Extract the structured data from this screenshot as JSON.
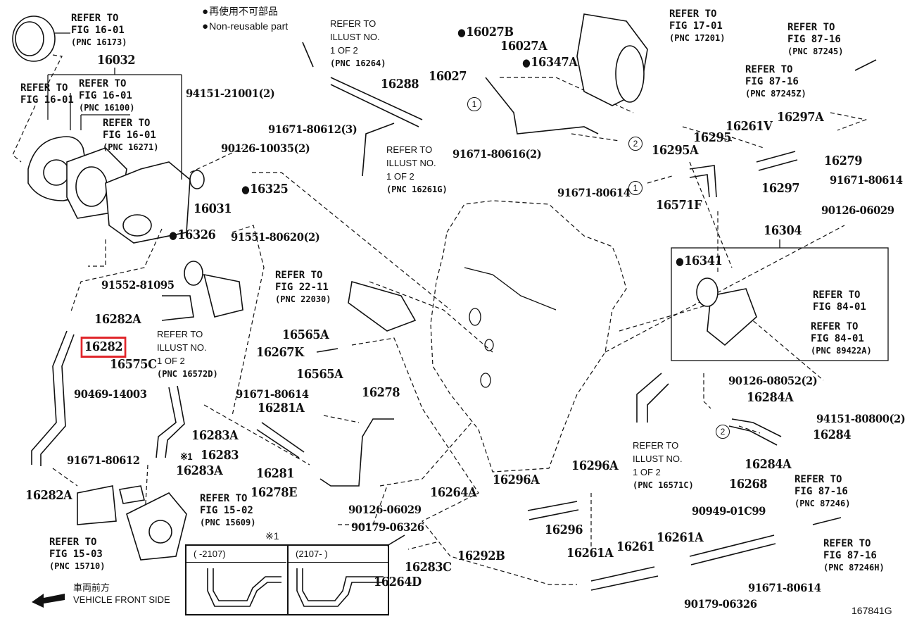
{
  "legend": {
    "bullet_jp": "再使用不可部品",
    "bullet_en": "Non-reusable part"
  },
  "labels": {
    "p16032": "16032",
    "p94151_21001": "94151-21001(2)",
    "p91671_80612_3": "91671-80612(3)",
    "p90126_10035": "90126-10035(2)",
    "p16325": "16325",
    "p16031": "16031",
    "p16326": "16326",
    "p91551_80620": "91551-80620(2)",
    "p91552_81095": "91552-81095",
    "p16282A_top": "16282A",
    "p16282": "16282",
    "p16575C": "16575C",
    "p90469_14003": "90469-14003",
    "p91671_80612": "91671-80612",
    "p16282A_bot": "16282A",
    "p16283A_top": "16283A",
    "p16283": "16283",
    "p16283_mark": "※1",
    "p16283A_bot": "16283A",
    "p16288": "16288",
    "p16027B": "16027B",
    "p16027A": "16027A",
    "p16347A": "16347A",
    "p16027": "16027",
    "p91671_80616": "91671-80616(2)",
    "p91671_80614_a": "91671-80614",
    "p16295A": "16295A",
    "p16295": "16295",
    "p16261V": "16261V",
    "p16297A": "16297A",
    "p16297": "16297",
    "p16279": "16279",
    "p91671_80614_b": "91671-80614",
    "p16571F": "16571F",
    "p90126_06029_a": "90126-06029",
    "p16304": "16304",
    "p16341": "16341",
    "p90126_08052": "90126-08052(2)",
    "p94151_80800": "94151-80800(2)",
    "p16284A_a": "16284A",
    "p16284": "16284",
    "p16284A_b": "16284A",
    "p16565A_a": "16565A",
    "p16267K": "16267K",
    "p16565A_b": "16565A",
    "p91671_80614_c": "91671-80614",
    "p16281A": "16281A",
    "p16278": "16278",
    "p16281": "16281",
    "p16278E": "16278E",
    "p90126_06029_b": "90126-06029",
    "p90179_06326_a": "90179-06326",
    "p16264A": "16264A",
    "p16292B": "16292B",
    "p16264D": "16264D",
    "p16283C": "16283C",
    "p16296A_a": "16296A",
    "p16296A_b": "16296A",
    "p16296": "16296",
    "p16268": "16268",
    "p90949_01C99": "90949-01C99",
    "p16261A_a": "16261A",
    "p16261": "16261",
    "p16261A_b": "16261A",
    "p91671_80614_d": "91671-80614",
    "p90179_06326_b": "90179-06326"
  },
  "refs": {
    "r16173": {
      "l1": "REFER TO",
      "l2": "FIG 16-01",
      "pnc": "(PNC 16173)"
    },
    "r16fig": {
      "l1": "REFER TO",
      "l2": "FIG 16-01"
    },
    "r16100": {
      "l1": "REFER TO",
      "l2": "FIG 16-01",
      "pnc": "(PNC 16100)"
    },
    "r16271": {
      "l1": "REFER TO",
      "l2": "FIG 16-01",
      "pnc": "(PNC 16271)"
    },
    "r17201": {
      "l1": "REFER TO",
      "l2": "FIG 17-01",
      "pnc": "(PNC 17201)"
    },
    "r87245": {
      "l1": "REFER TO",
      "l2": "FIG 87-16",
      "pnc": "(PNC 87245)"
    },
    "r87245Z": {
      "l1": "REFER TO",
      "l2": "FIG 87-16",
      "pnc": "(PNC 87245Z)"
    },
    "r22030": {
      "l1": "REFER TO",
      "l2": "FIG 22-11",
      "pnc": "(PNC 22030)"
    },
    "r84fig": {
      "l1": "REFER TO",
      "l2": "FIG 84-01"
    },
    "r89422A": {
      "l1": "REFER TO",
      "l2": "FIG 84-01",
      "pnc": "(PNC 89422A)"
    },
    "r15609": {
      "l1": "REFER TO",
      "l2": "FIG 15-02",
      "pnc": "(PNC 15609)"
    },
    "r15710": {
      "l1": "REFER TO",
      "l2": "FIG 15-03",
      "pnc": "(PNC 15710)"
    },
    "r87246": {
      "l1": "REFER TO",
      "l2": "FIG 87-16",
      "pnc": "(PNC 87246)"
    },
    "r87246H": {
      "l1": "REFER TO",
      "l2": "FIG 87-16",
      "pnc": "(PNC 87246H)"
    }
  },
  "illust_refs": {
    "i16264": {
      "l1": "REFER TO",
      "l2": "ILLUST NO.",
      "l3": "1 OF 2",
      "pnc": "(PNC 16264)"
    },
    "i16261G": {
      "l1": "REFER TO",
      "l2": "ILLUST NO.",
      "l3": "1 OF 2",
      "pnc": "(PNC 16261G)"
    },
    "i16572D": {
      "l1": "REFER TO",
      "l2": "ILLUST NO.",
      "l3": "1 OF 2",
      "pnc": "(PNC 16572D)"
    },
    "i16571C": {
      "l1": "REFER TO",
      "l2": "ILLUST NO.",
      "l3": "1 OF 2",
      "pnc": "(PNC 16571C)"
    }
  },
  "connectors": {
    "one": "1",
    "two": "2"
  },
  "inset": {
    "mark": "※1",
    "left_header": "(       -2107)",
    "right_header": "(2107-       )"
  },
  "direction": {
    "jp": "車両前方",
    "en": "VEHICLE FRONT SIDE"
  },
  "highlight": {
    "part": "16282",
    "color": "#e0262b"
  },
  "figure_code": "167841G"
}
